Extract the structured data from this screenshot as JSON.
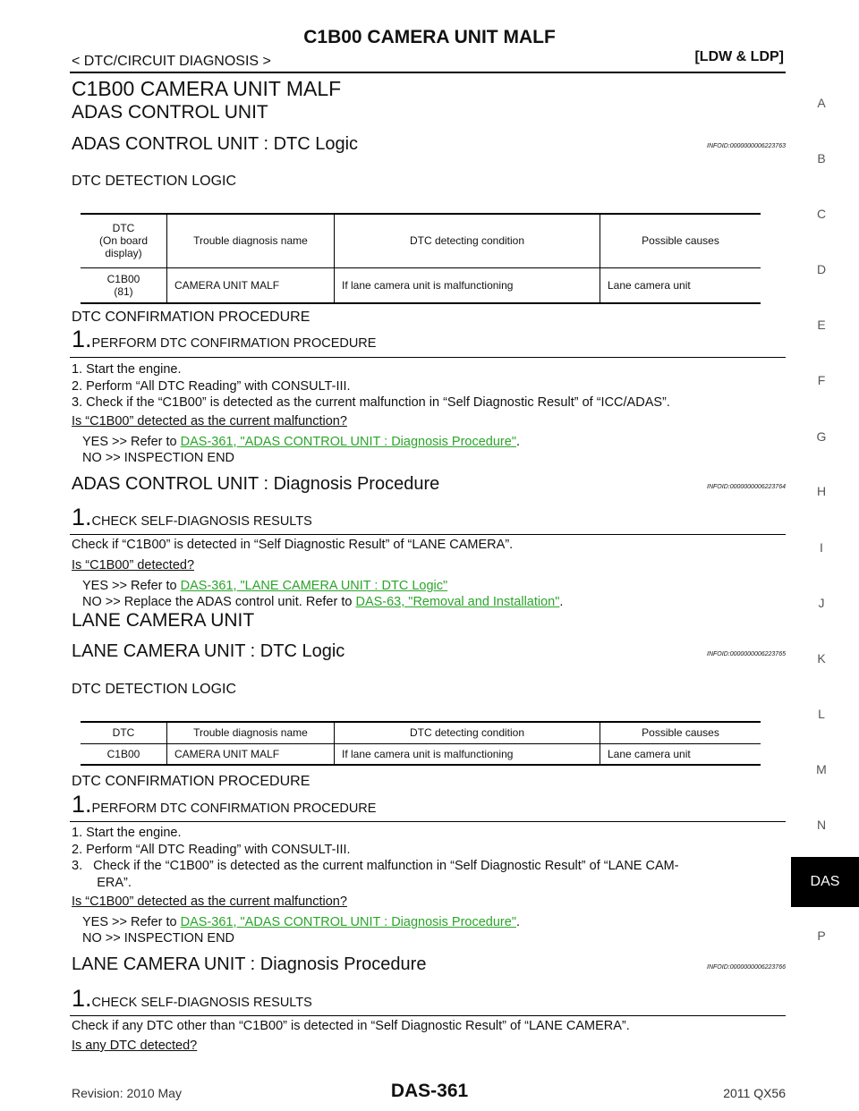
{
  "header": {
    "title": "C1B00 CAMERA UNIT MALF",
    "section": "< DTC/CIRCUIT DIAGNOSIS >",
    "model_tag": "[LDW & LDP]"
  },
  "page_title": "C1B00 CAMERA UNIT MALF",
  "adas": {
    "heading": "ADAS CONTROL UNIT",
    "dtc_logic": {
      "title": "ADAS CONTROL UNIT : DTC Logic",
      "infoid": "INFOID:0000000006223763",
      "detection_heading": "DTC DETECTION LOGIC",
      "table": {
        "headers": [
          "DTC\n(On board\ndisplay)",
          "Trouble diagnosis name",
          "DTC detecting condition",
          "Possible causes"
        ],
        "row": [
          "C1B00\n(81)",
          "CAMERA UNIT MALF",
          "If lane camera unit is malfunctioning",
          "Lane camera unit"
        ]
      },
      "confirm_heading": "DTC CONFIRMATION PROCEDURE",
      "step_num": "1.",
      "step_title": "PERFORM DTC CONFIRMATION PROCEDURE",
      "steps": [
        "1.   Start the engine.",
        "2.   Perform “All DTC Reading” with CONSULT-III.",
        "3.   Check if the “C1B00” is detected as the current malfunction in “Self Diagnostic Result” of “ICC/ADAS”."
      ],
      "question": "Is “C1B00” detected as the current malfunction?",
      "yes_prefix": "YES     >> Refer to ",
      "yes_link": "DAS-361, \"ADAS CONTROL UNIT : Diagnosis Procedure\"",
      "yes_suffix": ".",
      "no_text": "NO      >> INSPECTION END"
    },
    "diag": {
      "title": "ADAS CONTROL UNIT : Diagnosis Procedure",
      "infoid": "INFOID:0000000006223764",
      "step_num": "1.",
      "step_title": "CHECK SELF-DIAGNOSIS RESULTS",
      "body": "Check if “C1B00” is detected in “Self Diagnostic Result” of “LANE CAMERA”.",
      "question": "Is “C1B00” detected?",
      "yes_prefix": "YES     >> Refer to ",
      "yes_link": "DAS-361, \"LANE CAMERA UNIT : DTC Logic\"",
      "no_prefix": "NO      >> Replace the ADAS control unit. Refer to ",
      "no_link": "DAS-63, \"Removal and Installation\"",
      "no_suffix": "."
    }
  },
  "lane": {
    "heading": "LANE CAMERA UNIT",
    "dtc_logic": {
      "title": "LANE CAMERA UNIT : DTC Logic",
      "infoid": "INFOID:0000000006223765",
      "detection_heading": "DTC DETECTION LOGIC",
      "table": {
        "headers": [
          "DTC",
          "Trouble diagnosis name",
          "DTC detecting condition",
          "Possible causes"
        ],
        "row": [
          "C1B00",
          "CAMERA UNIT MALF",
          "If lane camera unit is malfunctioning",
          "Lane camera unit"
        ]
      },
      "confirm_heading": "DTC CONFIRMATION PROCEDURE",
      "step_num": "1.",
      "step_title": "PERFORM DTC CONFIRMATION PROCEDURE",
      "steps": [
        "1.   Start the engine.",
        "2.   Perform “All DTC Reading” with CONSULT-III.",
        "3.   Check if the “C1B00” is detected as the current malfunction in “Self Diagnostic Result” of “LANE CAM-",
        "       ERA”."
      ],
      "question": "Is “C1B00” detected as the current malfunction?",
      "yes_prefix": "YES     >> Refer to ",
      "yes_link": "DAS-361, \"ADAS CONTROL UNIT : Diagnosis Procedure\"",
      "yes_suffix": ".",
      "no_text": "NO      >> INSPECTION END"
    },
    "diag": {
      "title": "LANE CAMERA UNIT : Diagnosis Procedure",
      "infoid": "INFOID:0000000006223766",
      "step_num": "1.",
      "step_title": "CHECK SELF-DIAGNOSIS RESULTS",
      "body": "Check if any DTC other than “C1B00” is detected in “Self Diagnostic Result” of “LANE CAMERA”.",
      "question": "Is any DTC detected?"
    }
  },
  "side_index": [
    "A",
    "B",
    "C",
    "D",
    "E",
    "F",
    "G",
    "H",
    "I",
    "J",
    "K",
    "L",
    "M",
    "N",
    "P"
  ],
  "side_active": "DAS",
  "footer": {
    "revision": "Revision: 2010 May",
    "page": "DAS-361",
    "model": "2011 QX56"
  }
}
